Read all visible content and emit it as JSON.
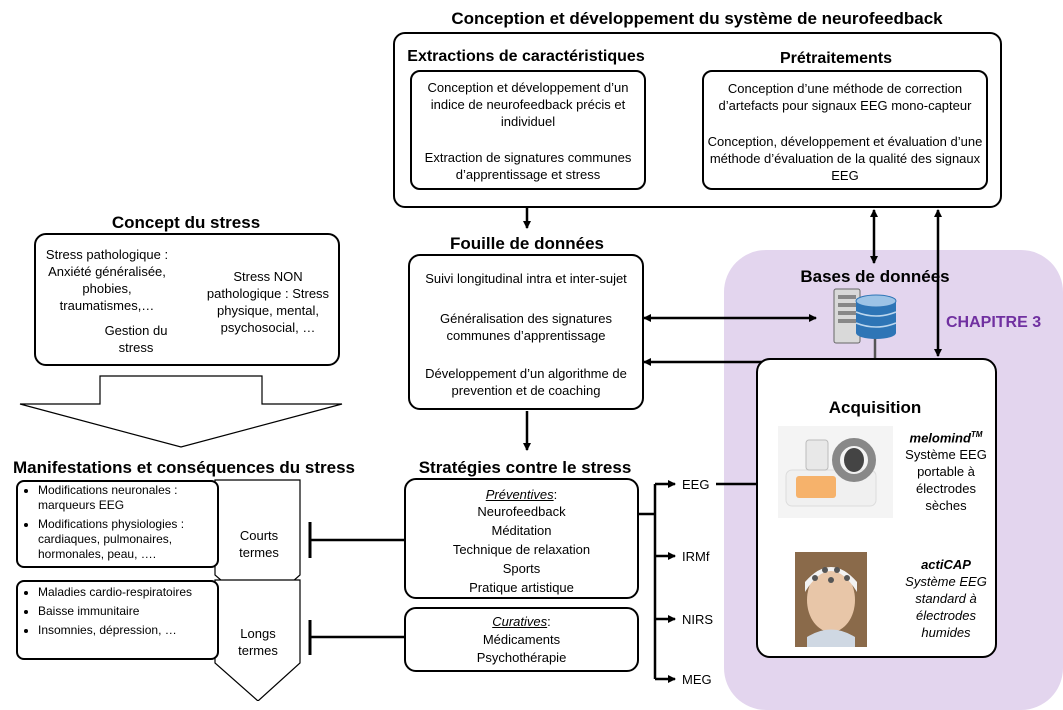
{
  "top_title": "Conception et développement du système de neurofeedback",
  "extraction": {
    "title": "Extractions de caractéristiques",
    "item1": "Conception et développement d’un indice de neurofeedback précis et individuel",
    "item2": "Extraction de signatures communes d’apprentissage et stress"
  },
  "pretraitements": {
    "title": "Prétraitements",
    "item1": "Conception d’une méthode de correction d’artefacts pour signaux EEG mono-capteur",
    "item2": "Conception, développement et évaluation d’une méthode d’évaluation de la qualité des signaux EEG"
  },
  "fouille": {
    "title": "Fouille de données",
    "item1": "Suivi longitudinal intra et inter-sujet",
    "item2": "Généralisation des signatures communes d’apprentissage",
    "item3": "Développement d’un algorithme de prevention et de coaching"
  },
  "bases": {
    "title": "Bases de données"
  },
  "chapitre": "CHAPITRE 3",
  "acquisition": {
    "title": "Acquisition",
    "melomind_name": "melomind",
    "melomind_tm": "TM",
    "melomind_desc": "Système EEG portable à électrodes sèches",
    "acticap_name": "actiCAP",
    "acticap_desc": "Système EEG standard à électrodes humides"
  },
  "concept": {
    "title": "Concept du stress",
    "pathologique": "Stress pathologique : Anxiété généralisée, phobies, traumatismes,…",
    "non_pathologique": "Stress NON pathologique : Stress physique, mental, psychosocial, …",
    "gestion": "Gestion du stress"
  },
  "manifestations": {
    "title": "Manifestations et conséquences du stress",
    "court_items": [
      "Modifications neuronales : marqueurs EEG",
      "Modifications physiologies : cardiaques, pulmonaires, hormonales, peau, …."
    ],
    "court_label": "Courts termes",
    "long_items": [
      "Maladies cardio-respiratoires",
      "Baisse immunitaire",
      "Insomnies, dépression, …"
    ],
    "long_label": "Longs termes"
  },
  "strategies": {
    "title": "Stratégies contre le stress",
    "preventives_label": "Préventives",
    "preventives_items": [
      "Neurofeedback",
      "Méditation",
      "Technique de relaxation",
      "Sports",
      "Pratique artistique"
    ],
    "curatives_label": "Curatives",
    "curatives_items": [
      "Médicaments",
      "Psychothérapie"
    ]
  },
  "modalities": [
    "EEG",
    "IRMf",
    "NIRS",
    "MEG"
  ],
  "colors": {
    "purple_bg": "#e3d5ee",
    "chapitre_text": "#7030a0",
    "db_blue": "#2e75b6"
  }
}
